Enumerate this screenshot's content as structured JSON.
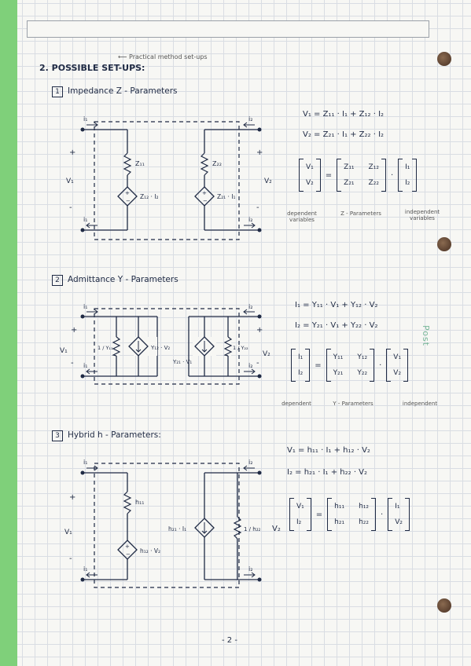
{
  "page": {
    "heading": "2. POSSIBLE SET-UPS:",
    "note": "⟵ Practical method set-ups",
    "side_stamp": "Post",
    "page_number": "- 2 -"
  },
  "sections": {
    "impedance": {
      "index": "1",
      "title": "Impedance   Z - Parameters",
      "eq1": "V₁ = Z₁₁ · I₁ + Z₁₂ · I₂",
      "eq2": "V₂ = Z₂₁ · I₁ + Z₂₂ · I₂",
      "lhs": [
        "V₁",
        "V₂"
      ],
      "matrix": [
        "Z₁₁",
        "Z₁₂",
        "Z₂₁",
        "Z₂₂"
      ],
      "rhs": [
        "I₁",
        "I₂"
      ],
      "eq_sign": "=",
      "dot": "·",
      "captions": [
        "dependent variables",
        "Z - Parameters",
        "independent variables"
      ],
      "circuit": {
        "i1": "i₁",
        "i2": "i₂",
        "plus": "+",
        "minus": "-",
        "v1": "V₁",
        "v2": "V₂",
        "z11": "Z₁₁",
        "z22": "Z₂₂",
        "src1": "Z₁₂ · I₂",
        "src2": "Z₂₁ · I₁"
      }
    },
    "admittance": {
      "index": "2",
      "title": "Admittance   Y - Parameters",
      "eq1": "I₁ = Y₁₁ · V₁ + Y₁₂ · V₂",
      "eq2": "I₂ = Y₂₁ · V₁ + Y₂₂ · V₂",
      "lhs": [
        "I₁",
        "I₂"
      ],
      "matrix": [
        "Y₁₁",
        "Y₁₂",
        "Y₂₁",
        "Y₂₂"
      ],
      "rhs": [
        "V₁",
        "V₂"
      ],
      "eq_sign": "=",
      "dot": "·",
      "captions": [
        "dependent",
        "Y - Parameters",
        "independent"
      ],
      "circuit": {
        "i1": "i₁",
        "i2": "i₂",
        "plus": "+",
        "minus": "-",
        "v1": "V₁",
        "v2": "V₂",
        "y11": "1 / Y₁₁",
        "y22": "1 / Y₂₂",
        "src1": "Y₁₂ · V₂",
        "src2": "Y₂₁ · V₁"
      }
    },
    "hybrid": {
      "index": "3",
      "title": "Hybrid   h - Parameters:",
      "eq1": "V₁ = h₁₁ · I₁ + h₁₂ · V₂",
      "eq2": "I₂ = h₂₁ · I₁ + h₂₂ · V₂",
      "lhs": [
        "V₁",
        "I₂"
      ],
      "matrix": [
        "h₁₁",
        "h₁₂",
        "h₂₁",
        "h₂₂"
      ],
      "rhs": [
        "I₁",
        "V₂"
      ],
      "eq_sign": "=",
      "dot": "·",
      "circuit": {
        "i1": "i₁",
        "i2": "i₂",
        "plus": "+",
        "minus": "-",
        "v1": "V₁",
        "v2": "V₂",
        "h11": "h₁₁",
        "h22": "1 / h₂₂",
        "src1": "h₁₂ · V₂",
        "src2": "h₂₁ · I₁"
      }
    }
  }
}
